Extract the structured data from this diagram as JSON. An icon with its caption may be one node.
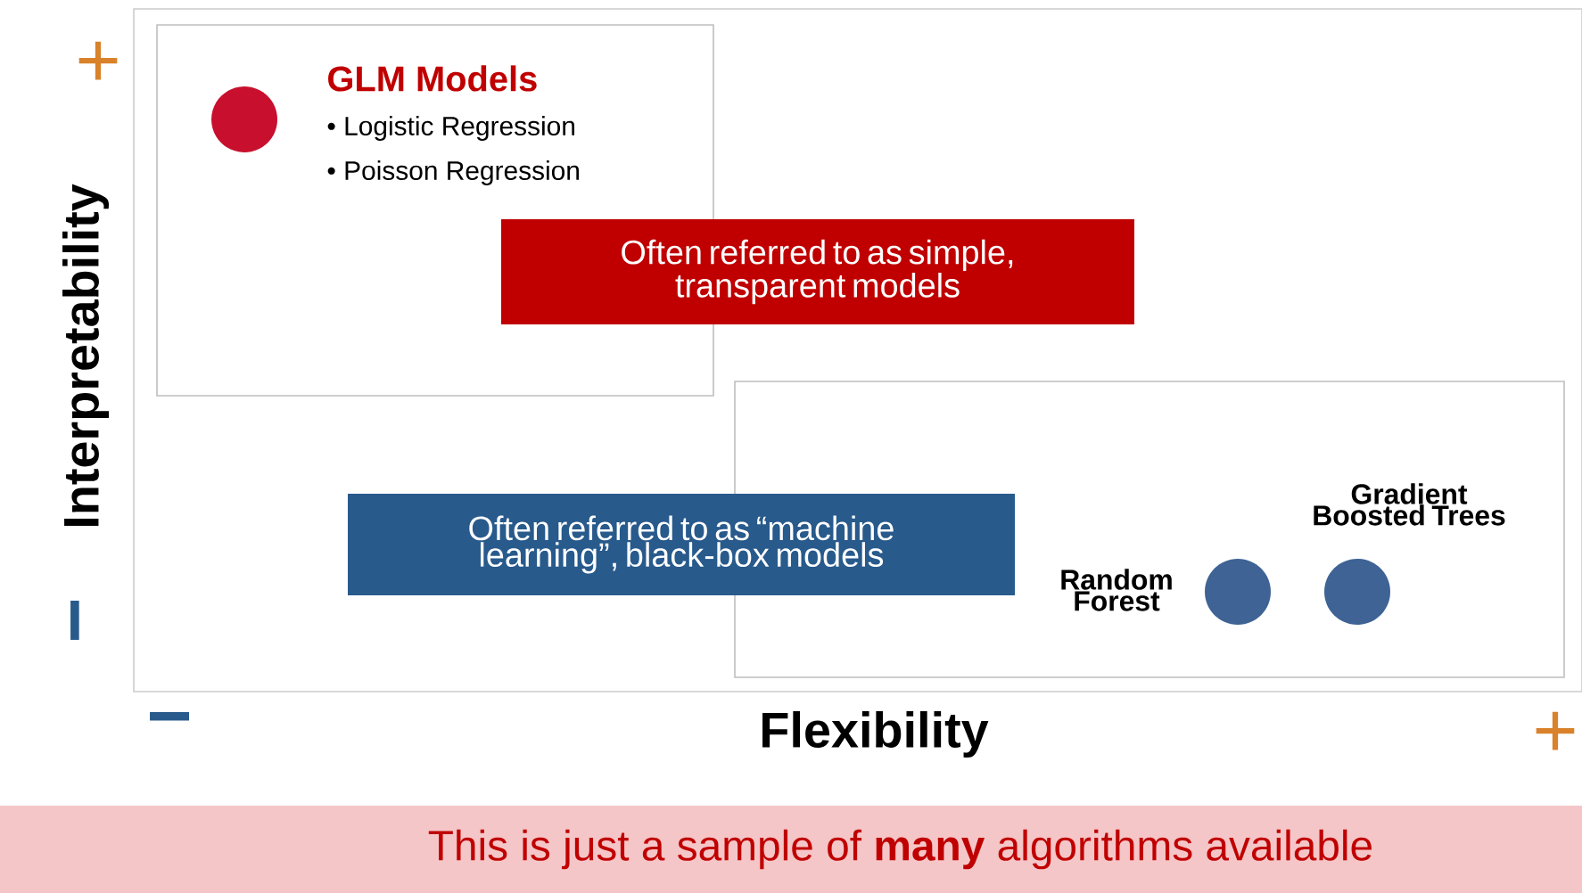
{
  "diagram": {
    "nodes": [
      {
        "text": [
          "GLM Models",
          "• Logistic Regression",
          "• Poisson Regression"
        ]
      },
      {
        "text": [],
        "shape": "circle",
        "in": 0
      },
      {
        "text": [
          "Often referred to as simple, transparent models"
        ]
      },
      {
        "text": [],
        "shape": "box"
      },
      {
        "text": [
          "Often referred to as “machine learning”, black-box models"
        ]
      },
      {
        "text": [],
        "shape": "circle",
        "in": 3
      },
      {
        "text": [],
        "shape": "circle",
        "in": 3
      },
      {
        "text": [
          "This is just a sample of **many** algorithms available"
        ]
      }
    ],
    "labels": [
      "+",
      "Interpretability",
      "Gradient Boosted Trees",
      "Random Forest",
      "−",
      "−",
      "Flexibility",
      "+"
    ]
  }
}
